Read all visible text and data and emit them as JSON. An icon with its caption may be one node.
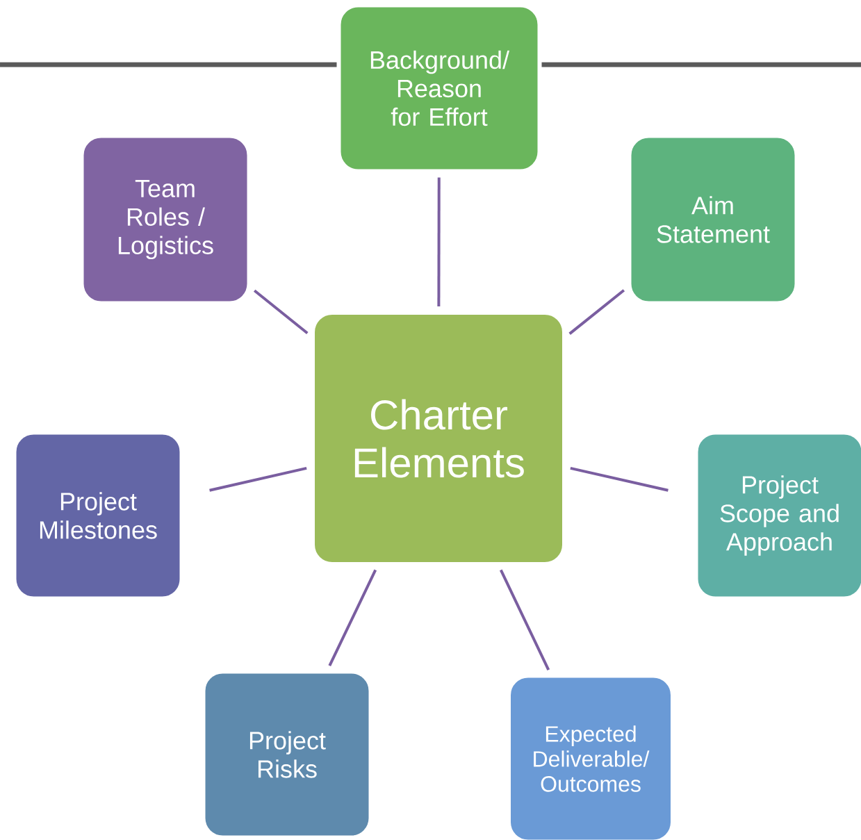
{
  "diagram": {
    "nodes": [
      {
        "text": [
          "Background/ Reason for Effort"
        ]
      },
      {
        "text": [
          "Team Roles / Logistics"
        ]
      },
      {
        "text": [
          "Aim Statement"
        ]
      },
      {
        "text": [
          "Charter Elements"
        ]
      },
      {
        "text": [
          "Project Milestones"
        ]
      },
      {
        "text": [
          "Project Scope and Approach"
        ]
      },
      {
        "text": [
          "Project Risks"
        ]
      },
      {
        "text": [
          "Expected Deliverable/ Outcomes"
        ]
      }
    ],
    "edges": [
      {
        "from": 3,
        "to": 0,
        "arrow": "none"
      },
      {
        "from": 3,
        "to": 1,
        "arrow": "none"
      },
      {
        "from": 3,
        "to": 2,
        "arrow": "none"
      },
      {
        "from": 3,
        "to": 4,
        "arrow": "none"
      },
      {
        "from": 3,
        "to": 5,
        "arrow": "none"
      },
      {
        "from": 3,
        "to": 6,
        "arrow": "none"
      },
      {
        "from": 3,
        "to": 7,
        "arrow": "none"
      }
    ]
  }
}
